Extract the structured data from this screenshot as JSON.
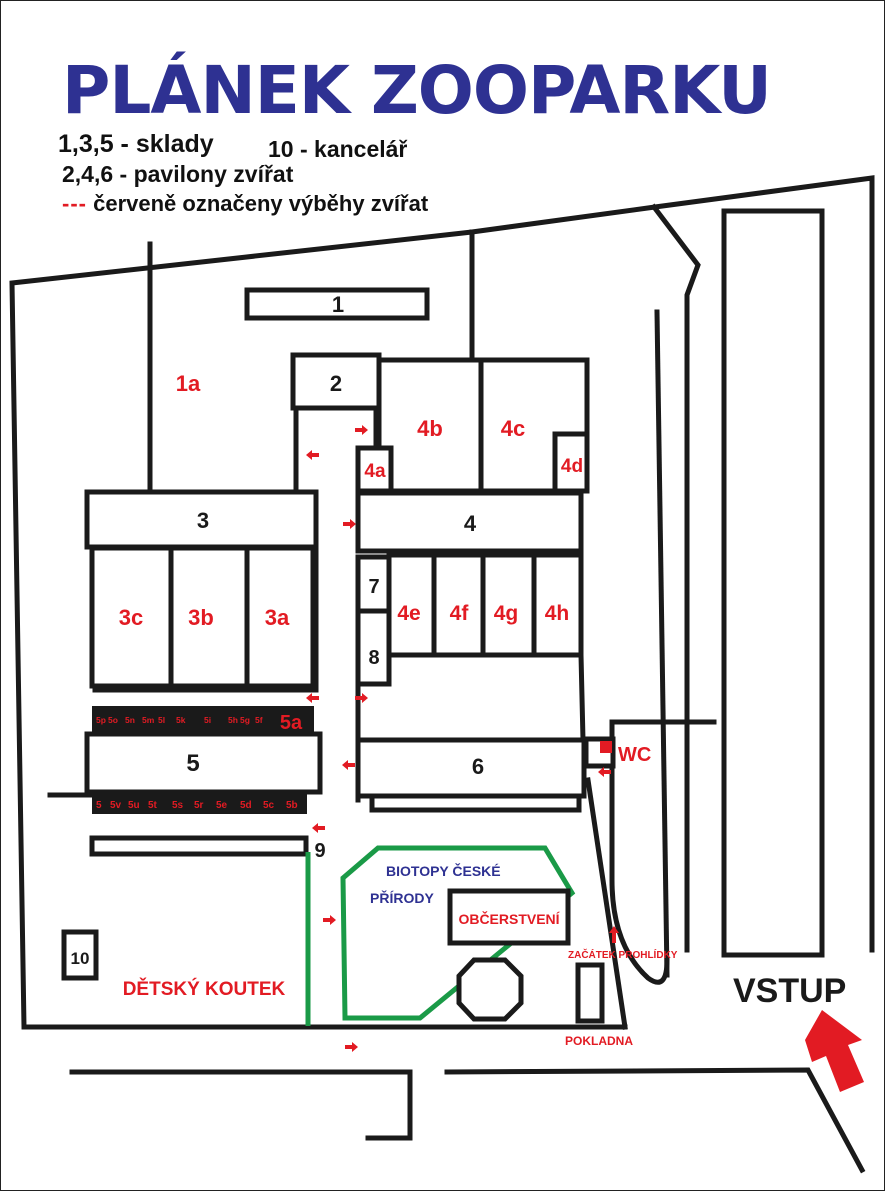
{
  "title": "PLÁNEK ZOOPARKU",
  "legend": {
    "line1": "1,3,5 - sklady",
    "line1b": "10 - kancelář",
    "line2": "2,4,6 - pavilony zvířat",
    "line3_marker": "---",
    "line3": "červeně označeny výběhy zvířat"
  },
  "buildings": {
    "b1": "1",
    "b2": "2",
    "b3": "3",
    "b4": "4",
    "b5": "5",
    "b6": "6",
    "b7": "7",
    "b8": "8",
    "b9": "9",
    "b10": "10"
  },
  "enclosures": {
    "e1a": "1a",
    "e3a": "3a",
    "e3b": "3b",
    "e3c": "3c",
    "e4a": "4a",
    "e4b": "4b",
    "e4c": "4c",
    "e4d": "4d",
    "e4e": "4e",
    "e4f": "4f",
    "e4g": "4g",
    "e4h": "4h",
    "e5a": "5a",
    "e5b": "5b",
    "e5c": "5c",
    "e5d": "5d",
    "e5e": "5e",
    "e5f": "5f",
    "e5g": "5g",
    "e5h": "5h",
    "e5i": "5i",
    "e5k": "5k",
    "e5l": "5l",
    "e5m": "5m",
    "e5n": "5n",
    "e5o": "5o",
    "e5p": "5p",
    "e5r": "5r",
    "e5s": "5s",
    "e5t": "5t",
    "e5u": "5u",
    "e5v": "5v",
    "e5z": "5"
  },
  "places": {
    "wc": "WC",
    "biotopy_line1": "BIOTOPY ČESKÉ",
    "biotopy_line2": "PŘÍRODY",
    "obcerstveni": "OBČERSTVENÍ",
    "detsky_koutek": "DĚTSKÝ KOUTEK",
    "zacatek": "ZAČÁTEK PROHLÍDKY",
    "pokladna": "POKLADNA",
    "vstup": "VSTUP"
  },
  "colors": {
    "title": "#2e3192",
    "enclosure_red": "#e21b23",
    "walls": "#1a1a1a",
    "biotopy_green": "#1a9a47"
  },
  "icons": {
    "route_arrow": "small-red-arrow",
    "entrance_arrow": "large-red-arrow"
  }
}
